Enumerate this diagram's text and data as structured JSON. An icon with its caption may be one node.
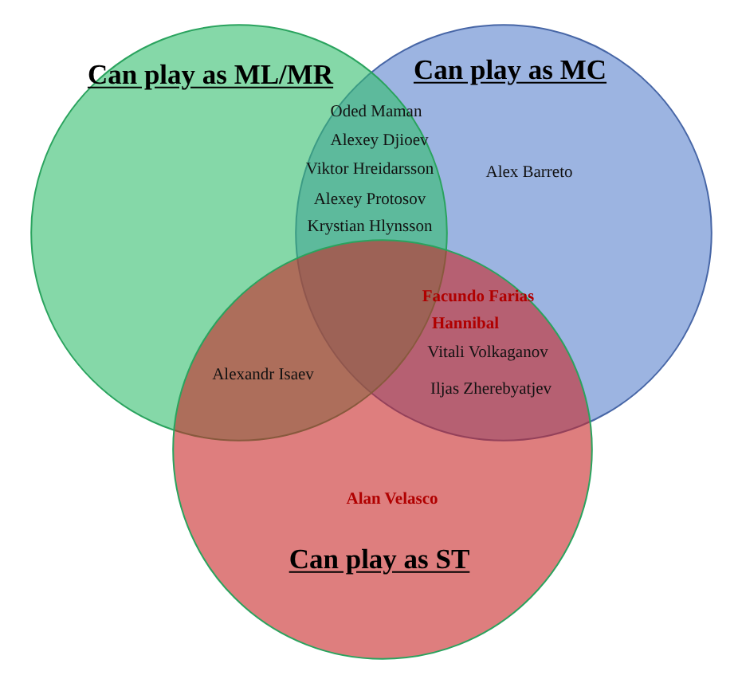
{
  "diagram": {
    "nodes": [
      {
        "text": [
          "Can play as ML/MR"
        ]
      },
      {
        "text": [
          "Can play as MC"
        ]
      },
      {
        "text": [
          "Can play as ST"
        ]
      }
    ],
    "labels": [
      "Oded Maman",
      "Alexey Djioev",
      "Viktor Hreidarsson",
      "Alex Barreto",
      "Alexey Protosov",
      "Krystian Hlynsson",
      "Facundo Farias",
      "Hannibal",
      "Vitali Volkaganov",
      "Alexandr Isaev",
      "Iljas Zherebyatjev",
      "Alan Velasco"
    ]
  }
}
